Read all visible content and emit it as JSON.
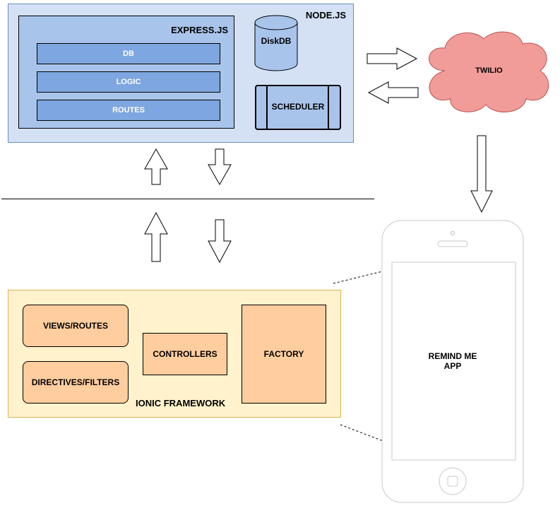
{
  "node": {
    "title": "NODE.JS",
    "diskdb": "DiskDB",
    "scheduler": "SCHEDULER"
  },
  "express": {
    "title": "EXPRESS.JS",
    "layers": [
      "DB",
      "LOGIC",
      "ROUTES"
    ]
  },
  "twilio": {
    "label": "TWILIO"
  },
  "ionic": {
    "title": "IONIC FRAMEWORK",
    "views": "VIEWS/ROUTES",
    "directives": "DIRECTIVES/FILTERS",
    "controllers": "CONTROLLERS",
    "factory": "FACTORY"
  },
  "phone": {
    "app_label_line1": "REMIND ME",
    "app_label_line2": "APP"
  },
  "colors": {
    "node_bg": "#d4e1f5",
    "express_bg": "#a9c4eb",
    "layer_bg": "#7ea6e0",
    "twilio_bg": "#f19c99",
    "ionic_bg": "#fff2cc",
    "component_bg": "#ffcd9e"
  }
}
